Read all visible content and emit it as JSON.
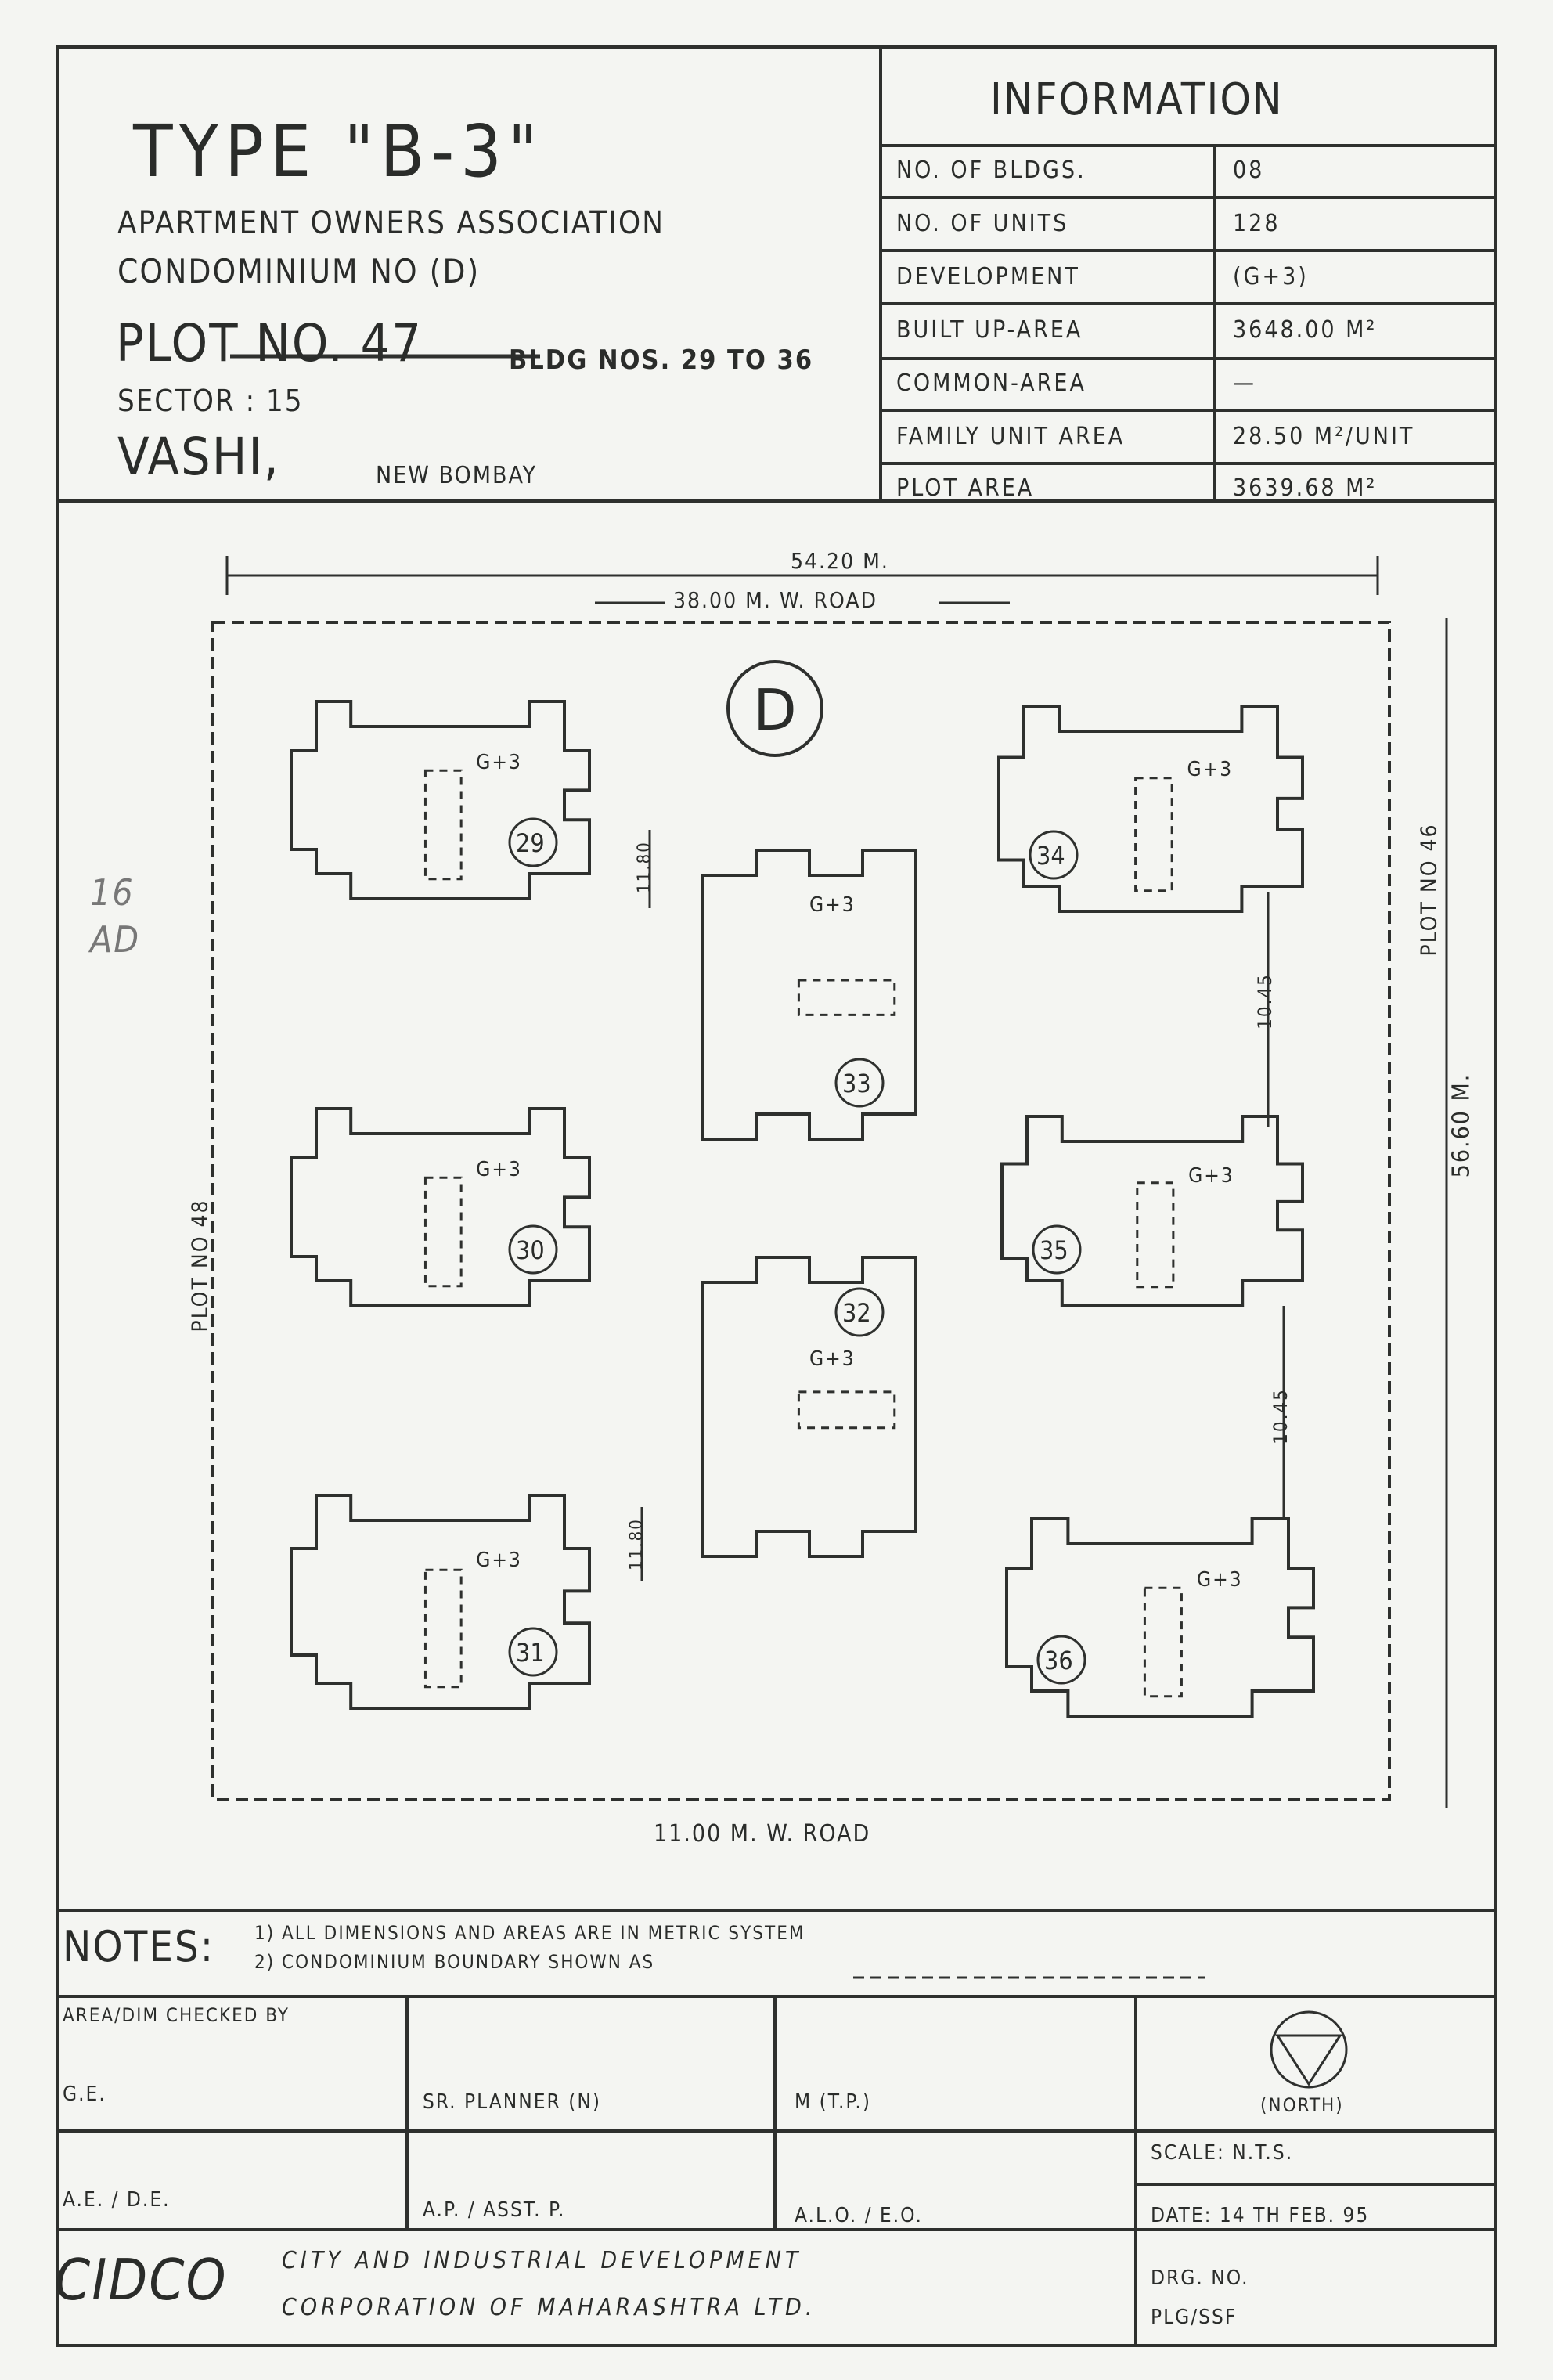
{
  "header": {
    "type": "TYPE \"B-3\"",
    "association": "APARTMENT OWNERS ASSOCIATION",
    "condominium": "CONDOMINIUM NO (D)",
    "plot": "PLOT NO. 47",
    "bldgs": "BLDG NOS. 29 TO 36",
    "sector": "SECTOR : 15",
    "city": "VASHI,",
    "region": "NEW BOMBAY"
  },
  "information": {
    "title": "INFORMATION",
    "rows": [
      {
        "label": "NO. OF BLDGS.",
        "value": "08"
      },
      {
        "label": "NO. OF UNITS",
        "value": "128"
      },
      {
        "label": "DEVELOPMENT",
        "value": "(G+3)"
      },
      {
        "label": "BUILT UP-AREA",
        "value": "3648.00 M²"
      },
      {
        "label": "COMMON-AREA",
        "value": "—"
      },
      {
        "label": "FAMILY UNIT AREA",
        "value": "28.50 M²/UNIT"
      },
      {
        "label": "PLOT AREA",
        "value": "3639.68 M²"
      }
    ]
  },
  "plan": {
    "width_dim": "54.20 M.",
    "top_road": "38.00 M. W. ROAD",
    "bottom_road": "11.00 M. W. ROAD",
    "right_plot": "PLOT NO 46",
    "left_plot": "PLOT NO 48",
    "height_dim": "56.60 M.",
    "condo_mark": "D",
    "gap_upper": "11.80",
    "gap_lower": "11.80",
    "gap_right_upper": "10.45",
    "gap_right_lower": "10.45",
    "margin_note": "16 AD",
    "buildings": [
      {
        "no": "29",
        "dev": "G+3"
      },
      {
        "no": "34",
        "dev": "G+3"
      },
      {
        "no": "33",
        "dev": "G+3"
      },
      {
        "no": "30",
        "dev": "G+3"
      },
      {
        "no": "35",
        "dev": "G+3"
      },
      {
        "no": "32",
        "dev": "G+3"
      },
      {
        "no": "31",
        "dev": "G+3"
      },
      {
        "no": "36",
        "dev": "G+3"
      }
    ]
  },
  "notes": {
    "title": "NOTES:",
    "line1": "1) ALL DIMENSIONS AND AREAS ARE IN METRIC SYSTEM",
    "line2": "2) CONDOMINIUM BOUNDARY SHOWN AS"
  },
  "signoff": {
    "checked_by": "AREA/DIM CHECKED BY",
    "ge": "G.E.",
    "sr_planner": "SR. PLANNER (N)",
    "mtp": "M (T.P.)",
    "north": "(NORTH)",
    "ae_de": "A.E. / D.E.",
    "ap": "A.P. / ASST. P.",
    "alo": "A.L.O. / E.O.",
    "scale": "SCALE:  N.T.S.",
    "date": "DATE: 14 TH FEB. 95",
    "drg_no": "DRG. NO.",
    "drg_val": "PLG/SSF"
  },
  "footer": {
    "logo": "CIDCO",
    "org_line1": "CITY AND INDUSTRIAL DEVELOPMENT",
    "org_line2": "CORPORATION OF MAHARASHTRA LTD."
  }
}
